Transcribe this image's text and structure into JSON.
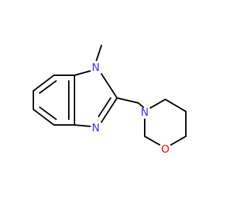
{
  "molecule": {
    "atoms": {
      "n1": {
        "symbol": "N",
        "color": "#3333ff"
      },
      "n3": {
        "symbol": "N",
        "color": "#3333ff"
      },
      "n_morph": {
        "symbol": "N",
        "color": "#3333ff"
      },
      "o_morph": {
        "symbol": "O",
        "color": "#ff0000"
      }
    },
    "bond_color": "#000000"
  }
}
